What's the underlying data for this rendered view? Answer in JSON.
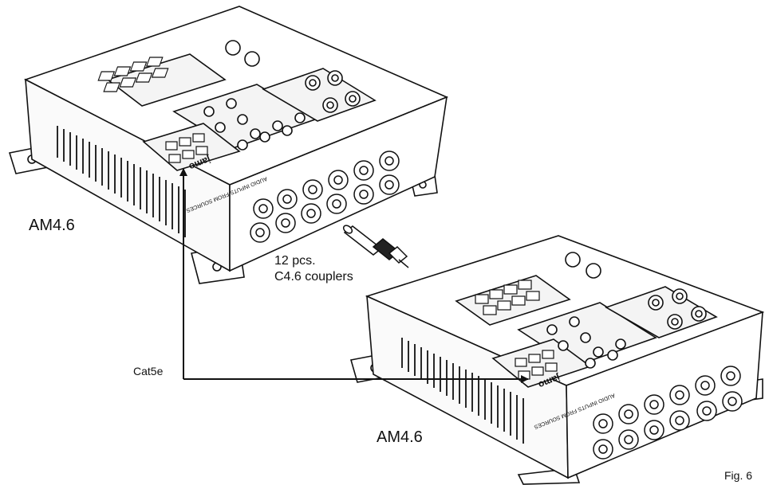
{
  "figure_label": "Fig. 6",
  "devices": [
    {
      "model": "AM4.6",
      "brand": "jamo",
      "panel_text": "AUDIO INPUTS FROM SOURCES"
    },
    {
      "model": "AM4.6",
      "brand": "jamo",
      "panel_text": "AUDIO INPUTS FROM SOURCES"
    }
  ],
  "couplers": {
    "count_label": "12 pcs.",
    "name_label": "C4.6 couplers"
  },
  "cable": {
    "label": "Cat5e"
  },
  "colors": {
    "line": "#111111",
    "fill": "#ffffff",
    "shade": "#f2f2f2"
  }
}
